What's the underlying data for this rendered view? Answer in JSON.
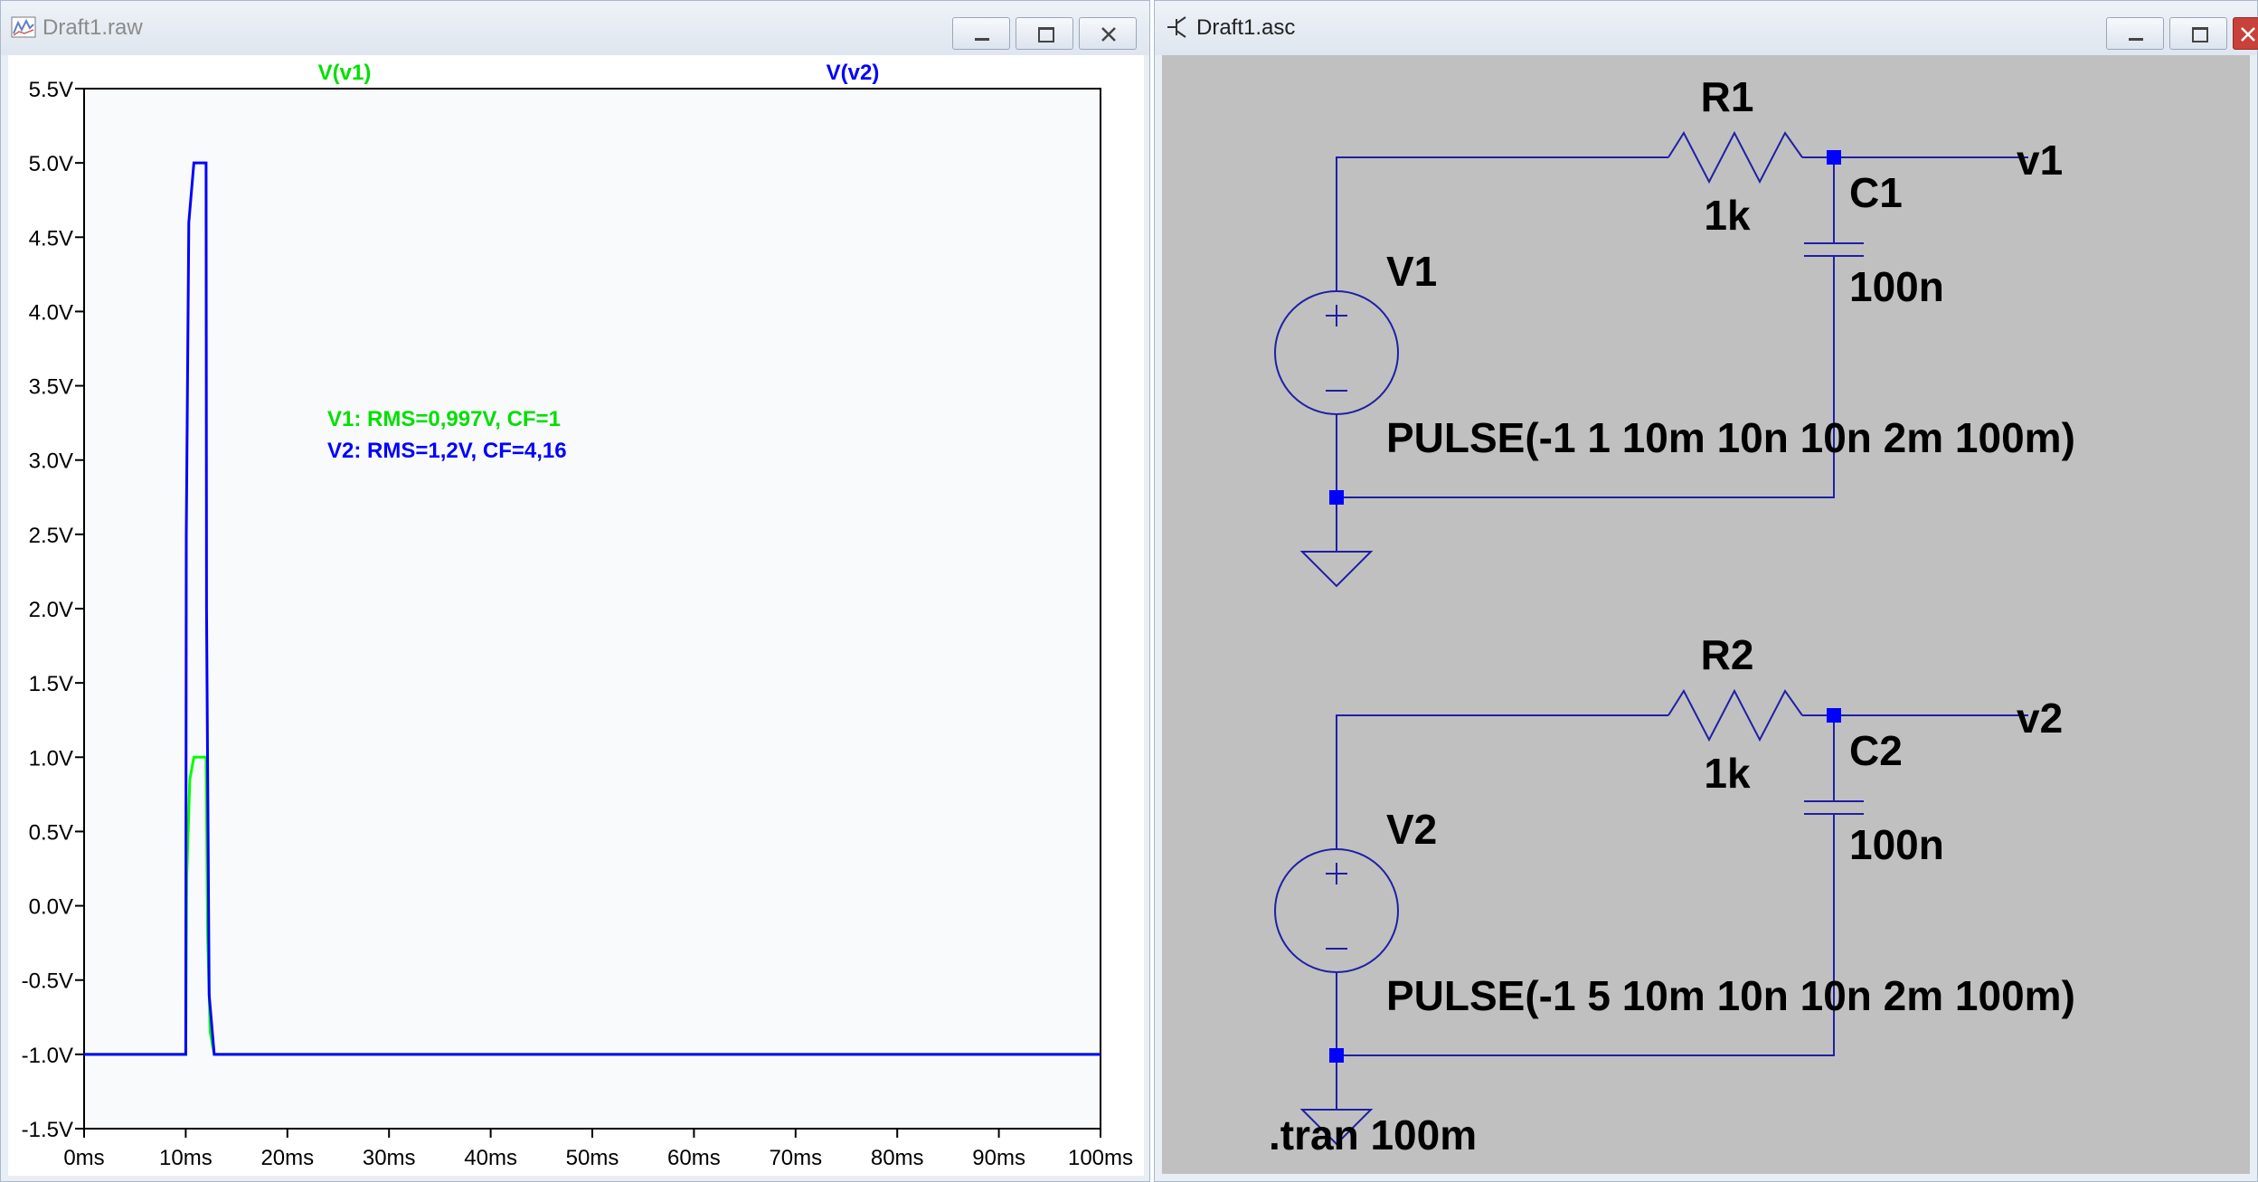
{
  "plot_window": {
    "title": "Draft1.raw",
    "trace_labels": [
      "V(v1)",
      "V(v2)"
    ],
    "measurements": [
      "V1: RMS=0,997V, CF=1",
      "V2: RMS=1,2V, CF=4,16"
    ]
  },
  "schematic_window": {
    "title": "Draft1.asc",
    "circuit1": {
      "resistor_name": "R1",
      "resistor_value": "1k",
      "capacitor_name": "C1",
      "capacitor_value": "100n",
      "source_name": "V1",
      "source_value": "PULSE(-1 1 10m 10n 10n 2m 100m)",
      "net_label": "v1"
    },
    "circuit2": {
      "resistor_name": "R2",
      "resistor_value": "1k",
      "capacitor_name": "C2",
      "capacitor_value": "100n",
      "source_name": "V2",
      "source_value": "PULSE(-1 5 10m 10n 10n 2m 100m)",
      "net_label": "v2"
    },
    "directive": ".tran 100m"
  },
  "colors": {
    "v1": "#00ff00",
    "v2": "#0000ff",
    "wire": "#1f1fa6",
    "schematic_bg": "#c0c0c0"
  },
  "chart_data": {
    "type": "line",
    "xlabel": "",
    "ylabel": "",
    "x_ticks": [
      "0ms",
      "10ms",
      "20ms",
      "30ms",
      "40ms",
      "50ms",
      "60ms",
      "70ms",
      "80ms",
      "90ms",
      "100ms"
    ],
    "y_ticks": [
      "5.5V",
      "5.0V",
      "4.5V",
      "4.0V",
      "3.5V",
      "3.0V",
      "2.5V",
      "2.0V",
      "1.5V",
      "1.0V",
      "0.5V",
      "0.0V",
      "-0.5V",
      "-1.0V",
      "-1.5V"
    ],
    "xlim": [
      0,
      100
    ],
    "ylim": [
      -1.5,
      5.5
    ],
    "series": [
      {
        "name": "V(v1)",
        "color": "#00ff00",
        "x": [
          0,
          10,
          10.1,
          10.4,
          10.8,
          12,
          12.15,
          12.4,
          12.8,
          100
        ],
        "y": [
          -1,
          -1,
          0.2,
          0.85,
          1.0,
          1.0,
          -0.2,
          -0.85,
          -1.0,
          -1
        ]
      },
      {
        "name": "V(v2)",
        "color": "#0000ff",
        "x": [
          0,
          10,
          10.05,
          10.3,
          10.8,
          12,
          12.05,
          12.3,
          12.8,
          100
        ],
        "y": [
          -1,
          -1,
          2.5,
          4.6,
          5.0,
          5.0,
          2.0,
          -0.6,
          -1.0,
          -1
        ]
      }
    ]
  }
}
